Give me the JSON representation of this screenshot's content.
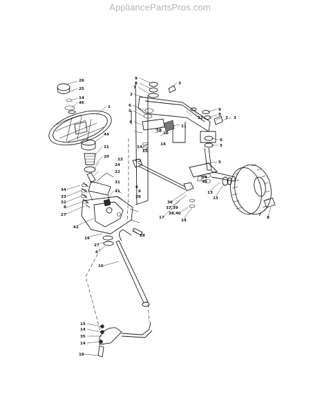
{
  "header": {
    "site": "AppliancePartsPros.com"
  },
  "labels": {
    "p26": "26",
    "p25": "25",
    "p14a": "14",
    "p46": "46",
    "p1": "1",
    "p44": "44",
    "p21": "21",
    "p20": "20",
    "p23": "23",
    "p22": "22",
    "p31": "31",
    "p34": "34",
    "p33": "33",
    "p32": "32",
    "p8a": "8",
    "p27a": "27",
    "p41": "41",
    "p6a": "6",
    "p29": "29",
    "p6b": "6",
    "p42": "42",
    "p19": "19",
    "p28": "28",
    "p27b": "27",
    "p6c": "6",
    "p16": "16",
    "p9a": "9",
    "p8b": "8",
    "p7a": "7",
    "p3a": "3",
    "p2": "2",
    "p6d": "6",
    "p5a": "5",
    "p4a": "4",
    "p10": "10",
    "p12": "12",
    "p18": "18",
    "p11": "11",
    "p9b": "9",
    "p8c": "8",
    "p7b": "7",
    "p3b": "3",
    "p14b": "14",
    "p14c": "14",
    "p15a": "15",
    "p6e": "6",
    "p5b": "5",
    "p14d": "14",
    "p15b": "15",
    "p13a": "13",
    "p13b": "13",
    "p36": "36",
    "p3739": "37,39",
    "p3840": "38,40",
    "p17": "17",
    "p14e": "14",
    "p7c": "7",
    "p8d": "8",
    "p15c": "15",
    "p14f": "14",
    "p35": "35",
    "p14g": "14",
    "p18b": "18",
    "p24": "24"
  }
}
